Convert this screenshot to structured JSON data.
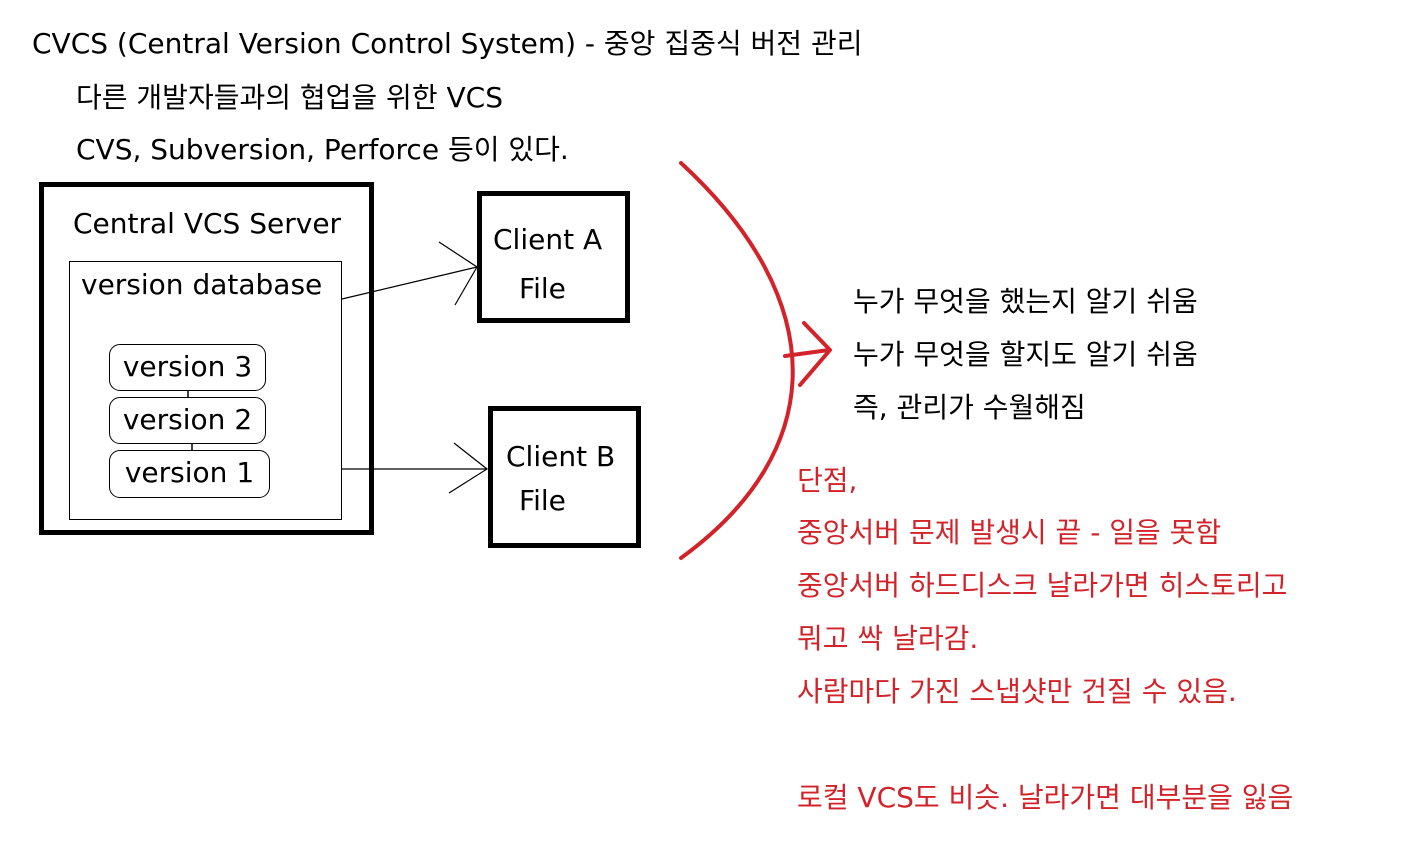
{
  "header": {
    "title": "CVCS (Central Version Control System) - 중앙 집중식 버전 관리",
    "line1": "다른 개발자들과의 협업을 위한 VCS",
    "line2": "CVS, Subversion, Perforce 등이 있다."
  },
  "server": {
    "label": "Central VCS Server",
    "database_label": "version database",
    "versions": [
      "version 3",
      "version 2",
      "version 1"
    ]
  },
  "clients": [
    {
      "name": "Client A",
      "file": "File"
    },
    {
      "name": "Client B",
      "file": "File"
    }
  ],
  "advantages": [
    "누가 무엇을 했는지 알기 쉬움",
    "누가 무엇을 할지도 알기 쉬움",
    "즉, 관리가 수월해짐"
  ],
  "disadvantages": {
    "heading": "단점,",
    "lines": [
      "중앙서버 문제 발생시 끝 - 일을 못함",
      "중앙서버 하드디스크 날라가면 히스토리고",
      "뭐고 싹 날라감.",
      "사람마다 가진 스냅샷만 건질 수 있음."
    ],
    "note": "로컬 VCS도 비슷. 날라가면 대부분을 잃음"
  },
  "colors": {
    "accent": "#d2232a",
    "ink": "#000000"
  }
}
